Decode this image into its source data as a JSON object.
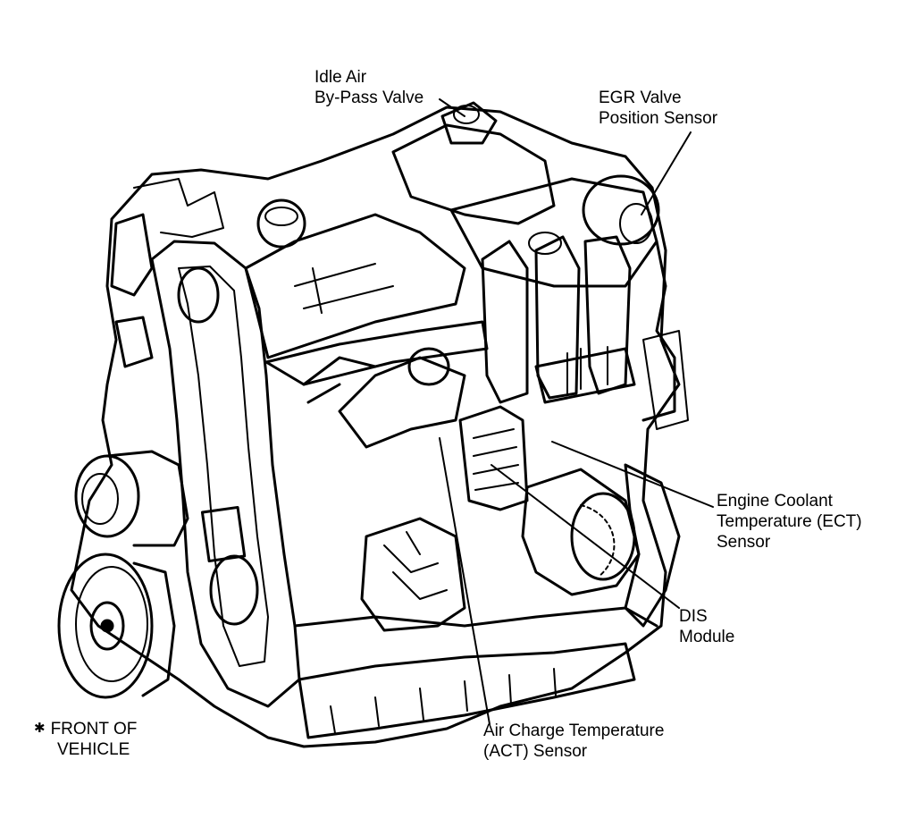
{
  "colors": {
    "ink": "#000000",
    "paper": "#ffffff"
  },
  "labels": {
    "idle_air": {
      "line1": "Idle Air",
      "line2": "By-Pass Valve"
    },
    "egr": {
      "line1": "EGR Valve",
      "line2": "Position Sensor"
    },
    "ect": {
      "line1": "Engine Coolant",
      "line2": "Temperature (ECT)",
      "line3": "Sensor"
    },
    "dis": {
      "line1": "DIS",
      "line2": "Module"
    },
    "act": {
      "line1": "Air Charge Temperature",
      "line2": "(ACT) Sensor"
    },
    "front": {
      "marker": "✱",
      "line1": "FRONT OF",
      "line2": "VEHICLE"
    }
  }
}
